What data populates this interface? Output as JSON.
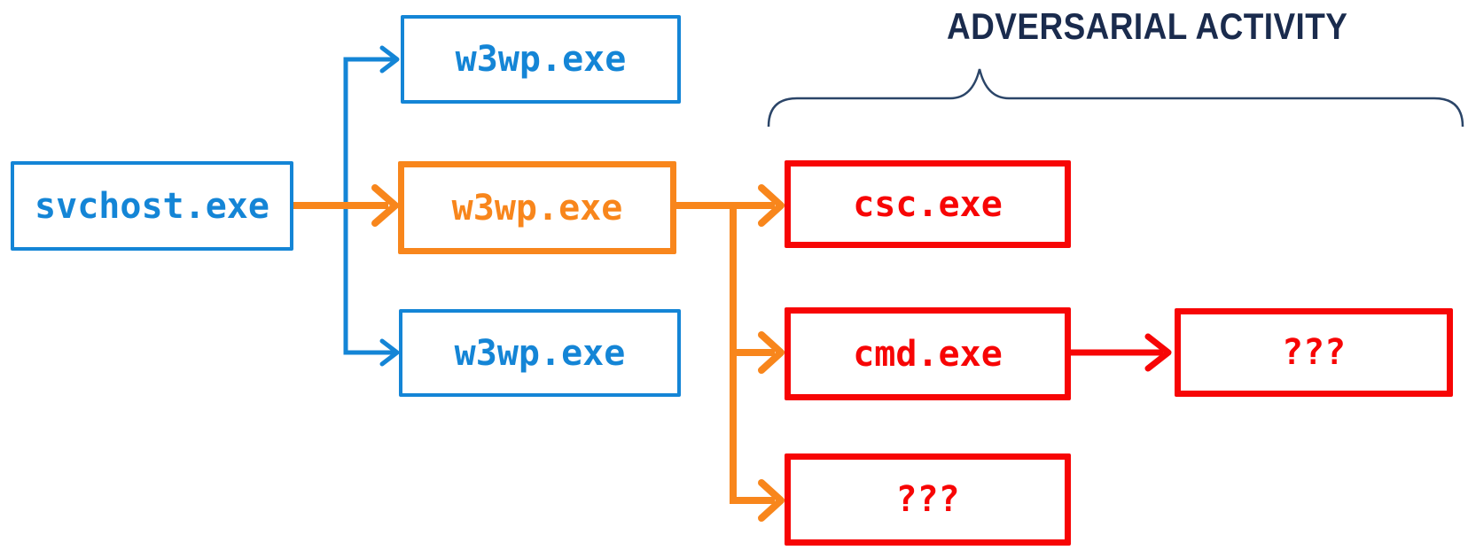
{
  "title": {
    "label": "ADVERSARIAL ACTIVITY"
  },
  "colors": {
    "background": "#ffffff",
    "blue": "#1485d6",
    "orange": "#f8861c",
    "red": "#f70505",
    "navy": "#1a2b4d",
    "brace": "#2b4568"
  },
  "nodes": {
    "svchost": {
      "label": "svchost.exe",
      "color": "#1485d6"
    },
    "w3wp_top": {
      "label": "w3wp.exe",
      "color": "#1485d6"
    },
    "w3wp_mid": {
      "label": "w3wp.exe",
      "color": "#f8861c"
    },
    "w3wp_bottom": {
      "label": "w3wp.exe",
      "color": "#1485d6"
    },
    "csc": {
      "label": "csc.exe",
      "color": "#f70505"
    },
    "cmd": {
      "label": "cmd.exe",
      "color": "#f70505"
    },
    "unknown_bottom": {
      "label": "???",
      "color": "#f70505"
    },
    "unknown_right": {
      "label": "???",
      "color": "#f70505"
    }
  },
  "edges": [
    {
      "from": "svchost.exe",
      "to": "w3wp.exe (top)",
      "color": "#1485d6"
    },
    {
      "from": "svchost.exe",
      "to": "w3wp.exe (middle)",
      "color": "#f8861c"
    },
    {
      "from": "svchost.exe",
      "to": "w3wp.exe (bottom)",
      "color": "#1485d6"
    },
    {
      "from": "w3wp.exe (middle)",
      "to": "csc.exe",
      "color": "#f8861c"
    },
    {
      "from": "w3wp.exe (middle)",
      "to": "cmd.exe",
      "color": "#f8861c"
    },
    {
      "from": "w3wp.exe (middle)",
      "to": "??? (bottom)",
      "color": "#f8861c"
    },
    {
      "from": "cmd.exe",
      "to": "??? (right)",
      "color": "#f70505"
    }
  ],
  "annotation": {
    "brace_span": "csc.exe / cmd.exe / ??? column through ??? (right)"
  }
}
